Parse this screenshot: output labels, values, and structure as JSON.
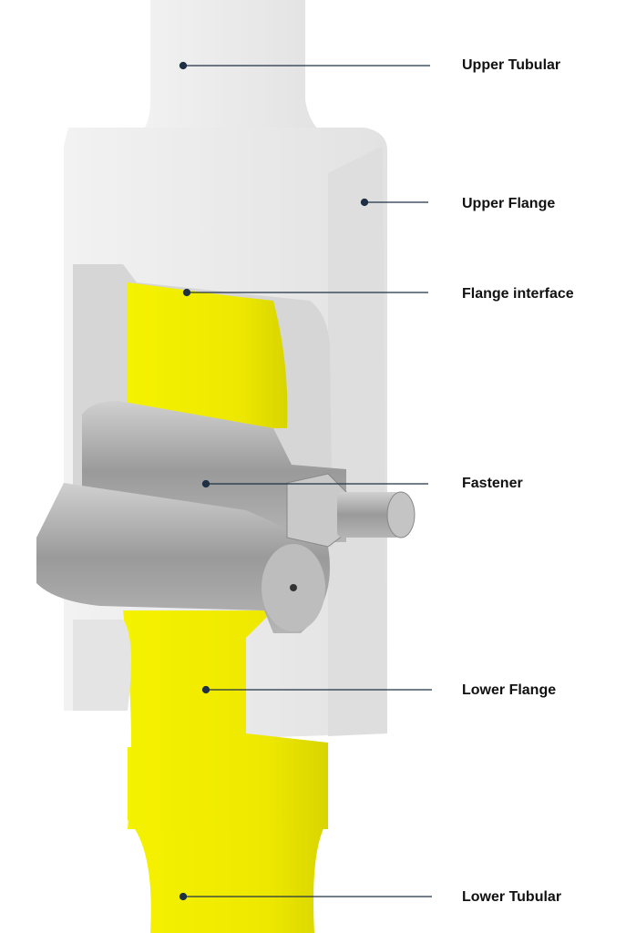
{
  "labels": {
    "upper_tubular": "Upper Tubular",
    "upper_flange": "Upper Flange",
    "flange_interface": "Flange interface",
    "fastener": "Fastener",
    "lower_flange": "Lower Flange",
    "lower_tubular": "Lower Tubular"
  },
  "colors": {
    "yellow": "#f2ee00",
    "white_part": "#e9e9e9",
    "steel": "#a9a9a9",
    "leader": "#1f3044"
  }
}
